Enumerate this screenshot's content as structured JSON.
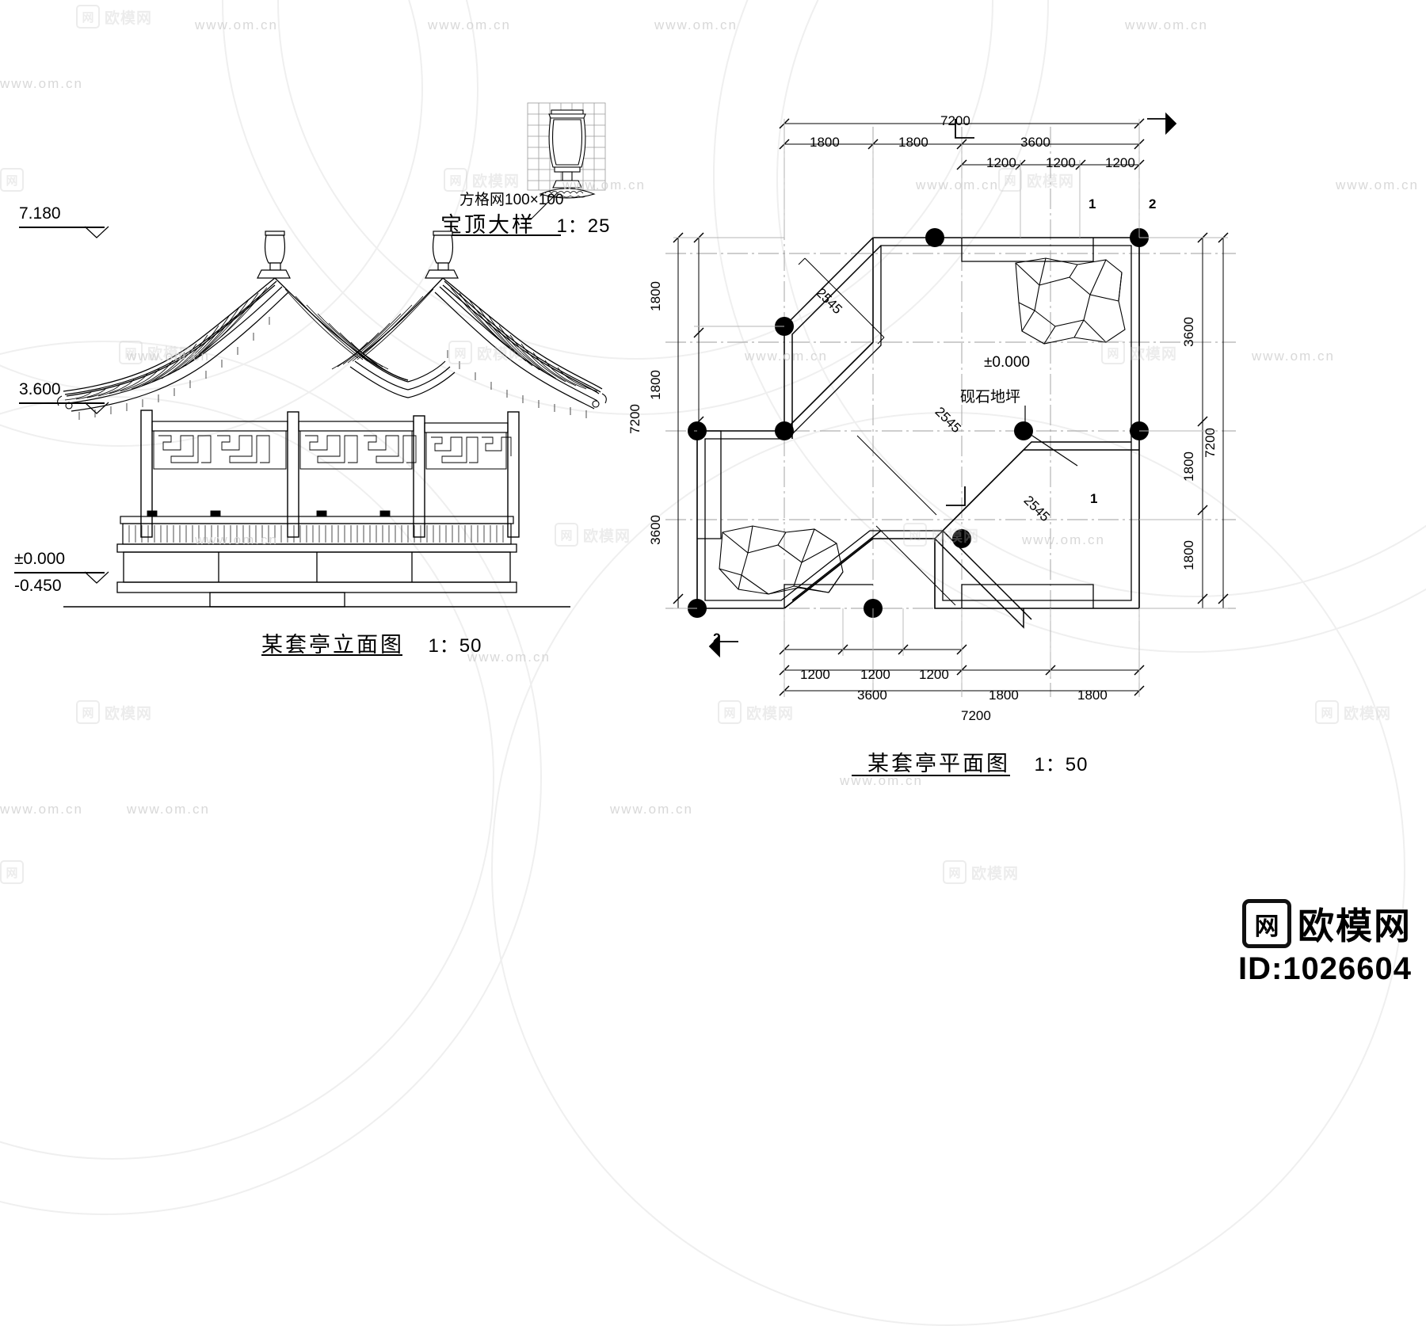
{
  "document": {
    "type": "cad-drawing",
    "watermark_brand": "欧模网",
    "watermark_url": "www.om.cn",
    "watermark_box_glyph": "网",
    "id_label": "ID:1026604"
  },
  "elevation_view": {
    "title_zh": "某套亭立面图",
    "title_scale": "1：50",
    "levels": [
      {
        "name": "ridge-level",
        "value": "7.180"
      },
      {
        "name": "eave-level",
        "value": "3.600"
      },
      {
        "name": "ground-level",
        "value": "±0.000"
      },
      {
        "name": "footing-level",
        "value": "-0.450"
      }
    ]
  },
  "finial_detail": {
    "title_zh": "宝顶大样",
    "title_scale": "1：25",
    "grid_note": "方格网100×100"
  },
  "plan_view": {
    "title_zh": "某套亭平面图",
    "title_scale": "1：50",
    "ground_level": "±0.000",
    "paving_note": "砚石地坪",
    "section_marks": [
      {
        "name": "section-mark-1-top",
        "label": "1"
      },
      {
        "name": "section-mark-2-top",
        "label": "2"
      },
      {
        "name": "section-mark-1-right",
        "label": "1"
      },
      {
        "name": "section-mark-2-bottom",
        "label": "2"
      }
    ],
    "dimensions": {
      "top_overall": "7200",
      "top_chain_outer": [
        "1800",
        "1800",
        "3600"
      ],
      "top_chain_inner": [
        "1200",
        "1200",
        "1200"
      ],
      "bottom_overall": "7200",
      "bottom_chain_outer": [
        "3600",
        "1800",
        "1800"
      ],
      "bottom_chain_inner": [
        "1200",
        "1200",
        "1200"
      ],
      "left_overall": "7200",
      "left_chain": [
        "1800",
        "1800",
        "3600"
      ],
      "right_overall": "7200",
      "right_chain": [
        "3600",
        "1800",
        "1800"
      ],
      "diagonals": [
        "2545",
        "2545",
        "2545"
      ]
    }
  }
}
